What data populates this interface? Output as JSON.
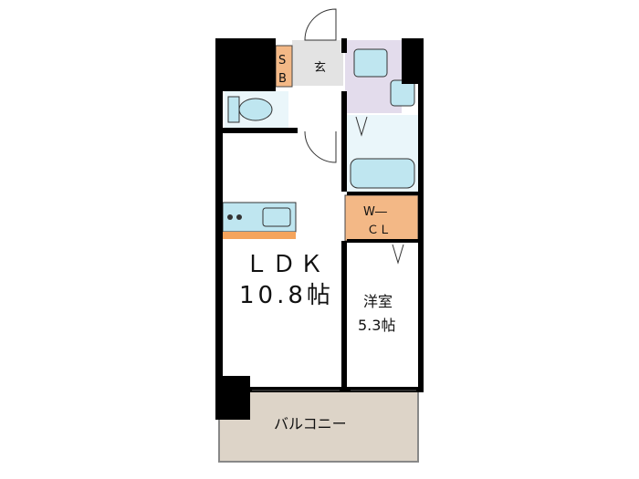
{
  "rooms": {
    "sb_top": "S",
    "sb_bottom": "B",
    "entrance": "玄",
    "ldk_name": "ＬＤＫ",
    "ldk_size": "10.8帖",
    "wcl_top": "W―",
    "wcl_bottom": "ＣＬ",
    "western_name": "洋室",
    "western_size": "5.3帖",
    "balcony": "バルコニー"
  },
  "colors": {
    "wall": "#000000",
    "balcony_fill": "#ddd4c8",
    "storage_fill": "#f3b886",
    "fixture_fill": "#bfe6f0",
    "bathroom_fill": "#e3dcec",
    "entrance_fill": "#e3e3e3",
    "counter_fill": "#f5a45c"
  }
}
